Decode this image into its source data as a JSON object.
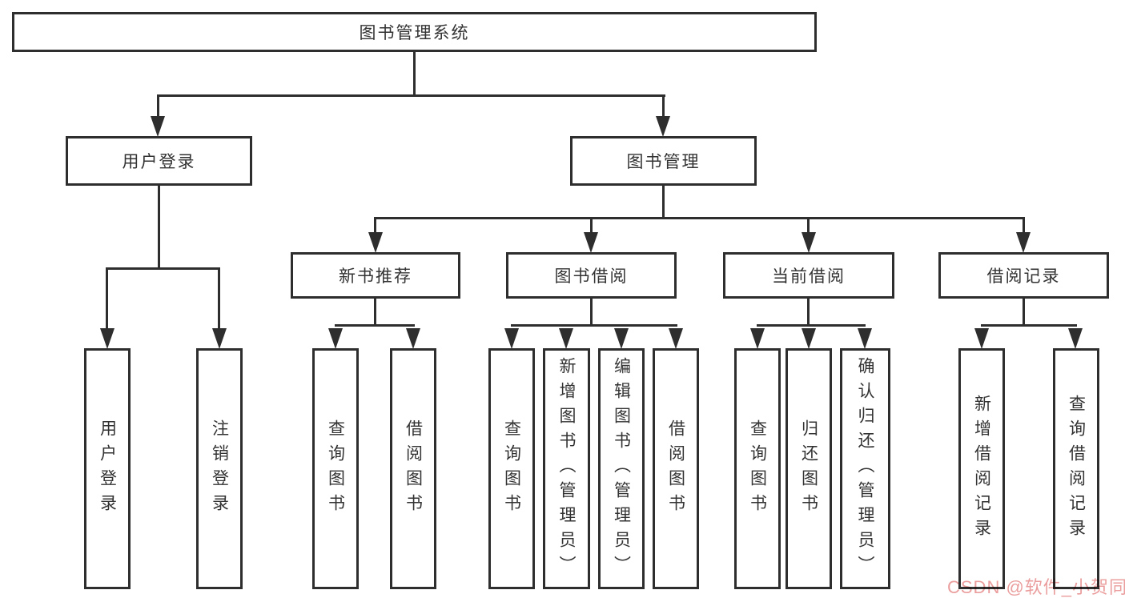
{
  "diagram": {
    "root": {
      "label": "图书管理系统"
    },
    "level1": [
      {
        "id": "user-login",
        "label": "用户登录"
      },
      {
        "id": "book-management",
        "label": "图书管理"
      }
    ],
    "level2": [
      {
        "id": "new-book-recommendation",
        "label": "新书推荐",
        "parent": "图书管理"
      },
      {
        "id": "book-borrowing",
        "label": "图书借阅",
        "parent": "图书管理"
      },
      {
        "id": "current-borrowing",
        "label": "当前借阅",
        "parent": "图书管理"
      },
      {
        "id": "borrowing-records",
        "label": "借阅记录",
        "parent": "图书管理"
      }
    ],
    "leaves": [
      {
        "parent": "用户登录",
        "label": "用户登录"
      },
      {
        "parent": "用户登录",
        "label": "注销登录"
      },
      {
        "parent": "新书推荐",
        "label": "查询图书"
      },
      {
        "parent": "新书推荐",
        "label": "借阅图书"
      },
      {
        "parent": "图书借阅",
        "label": "查询图书"
      },
      {
        "parent": "图书借阅",
        "label": "新增图书（管理员）"
      },
      {
        "parent": "图书借阅",
        "label": "编辑图书（管理员）"
      },
      {
        "parent": "图书借阅",
        "label": "借阅图书"
      },
      {
        "parent": "当前借阅",
        "label": "查询图书"
      },
      {
        "parent": "当前借阅",
        "label": "归还图书"
      },
      {
        "parent": "当前借阅",
        "label": "确认归还（管理员）"
      },
      {
        "parent": "借阅记录",
        "label": "新增借阅记录"
      },
      {
        "parent": "借阅记录",
        "label": "查询借阅记录"
      }
    ]
  },
  "watermark": {
    "text": "CSDN @软件_小贺同学"
  },
  "colors": {
    "line": "#2e2e2e",
    "text": "#333333",
    "background": "#ffffff",
    "watermark": "#eb9e9e"
  }
}
